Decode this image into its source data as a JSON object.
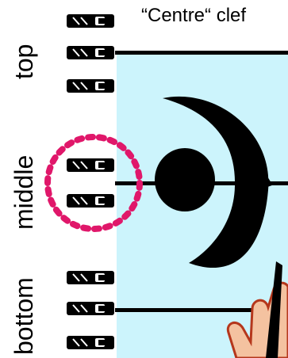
{
  "title": "“Centre“ clef",
  "side_labels": {
    "top": "top",
    "middle": "middle",
    "bottom": "bottom"
  },
  "colors": {
    "staff_background": "#ccf4fc",
    "staff_line": "#000000",
    "clip": "#000000",
    "highlight_circle": "#e0176a",
    "hand_skin": "#f4c2a0",
    "hand_outline": "#b5371c"
  },
  "icons": {
    "clef": "c-clef-symbol",
    "clip": "clip-icon",
    "hand": "hand-icon",
    "highlight": "dotted-circle-marker"
  }
}
